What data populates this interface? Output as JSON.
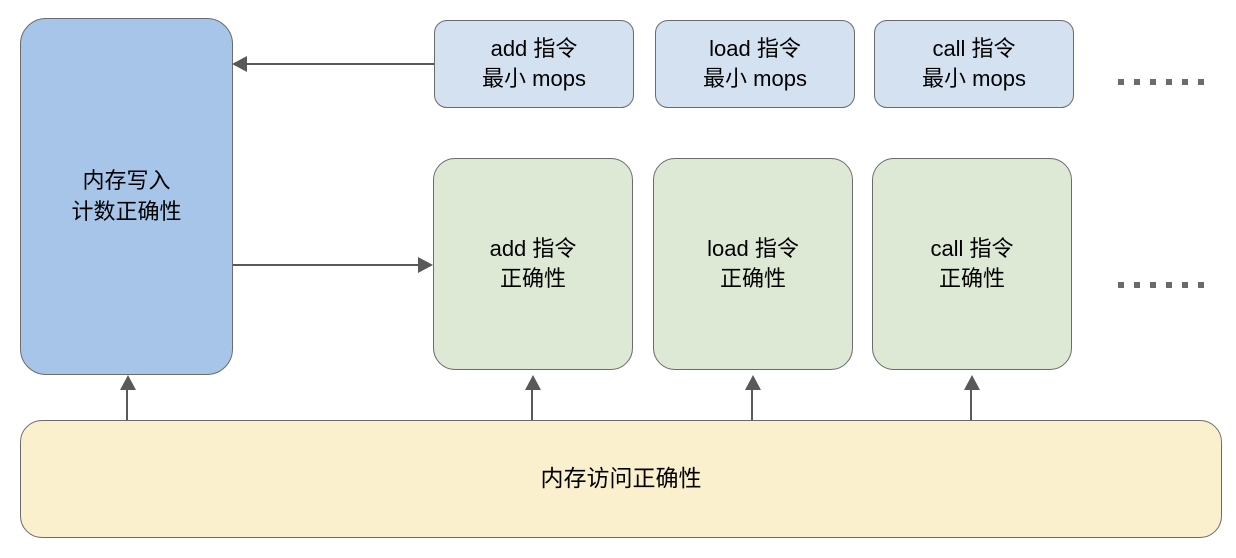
{
  "diagram": {
    "title_node": {
      "label_line1": "内存写入",
      "label_line2": "计数正确性",
      "color": "#a6c5e8"
    },
    "mops_row": {
      "color": "#d4e1f0",
      "nodes": [
        {
          "label_line1": "add 指令",
          "label_line2": "最小 mops"
        },
        {
          "label_line1": "load 指令",
          "label_line2": "最小 mops"
        },
        {
          "label_line1": "call 指令",
          "label_line2": "最小 mops"
        }
      ],
      "ellipsis": "······"
    },
    "correctness_row": {
      "color": "#dde8d5",
      "nodes": [
        {
          "label_line1": "add 指令",
          "label_line2": "正确性"
        },
        {
          "label_line1": "load 指令",
          "label_line2": "正确性"
        },
        {
          "label_line1": "call 指令",
          "label_line2": "正确性"
        }
      ],
      "ellipsis": "······"
    },
    "base_node": {
      "label": "内存访问正确性",
      "color": "#fbf0ce"
    },
    "connector_color": "#595959"
  }
}
